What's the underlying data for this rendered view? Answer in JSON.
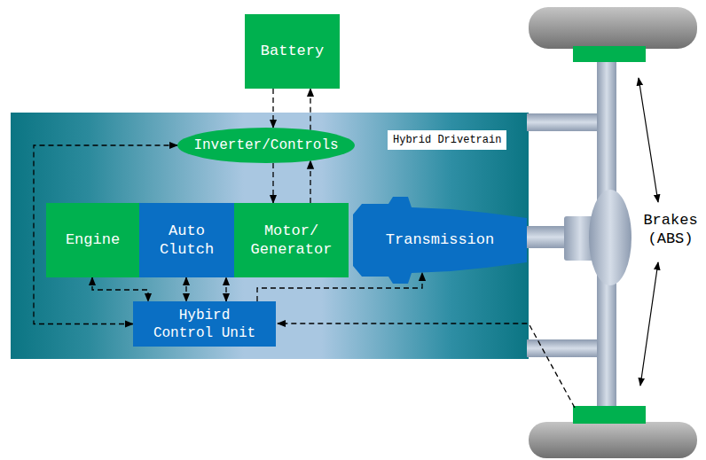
{
  "diagram": {
    "nodes": [
      {
        "text": [
          "Battery"
        ]
      },
      {
        "text": [
          "Hybrid Drivetrain"
        ]
      },
      {
        "text": [
          "Inverter/Controls"
        ],
        "in": 1
      },
      {
        "text": [
          "Engine"
        ],
        "in": 1
      },
      {
        "text": [
          "Auto Clutch"
        ],
        "in": 1
      },
      {
        "text": [
          "Motor/ Generator"
        ],
        "in": 1
      },
      {
        "text": [
          "Transmission"
        ],
        "in": 1
      },
      {
        "text": [
          "Hybird Control Unit"
        ],
        "in": 1
      }
    ],
    "edges": [
      {
        "from": 0,
        "to": 2,
        "arrow": "to"
      },
      {
        "from": 2,
        "to": 0,
        "arrow": "to"
      },
      {
        "from": 2,
        "to": 5,
        "arrow": "to"
      },
      {
        "from": 5,
        "to": 2,
        "arrow": "to"
      },
      {
        "from": 7,
        "to": 2,
        "arrow": "both"
      },
      {
        "from": 3,
        "to": 7,
        "arrow": "both"
      },
      {
        "from": 4,
        "to": 7,
        "arrow": "both"
      },
      {
        "from": 7,
        "to": 5,
        "arrow": "both"
      },
      {
        "from": 7,
        "to": 6,
        "arrow": "to"
      }
    ],
    "labels": [
      "Brakes (ABS)"
    ]
  }
}
